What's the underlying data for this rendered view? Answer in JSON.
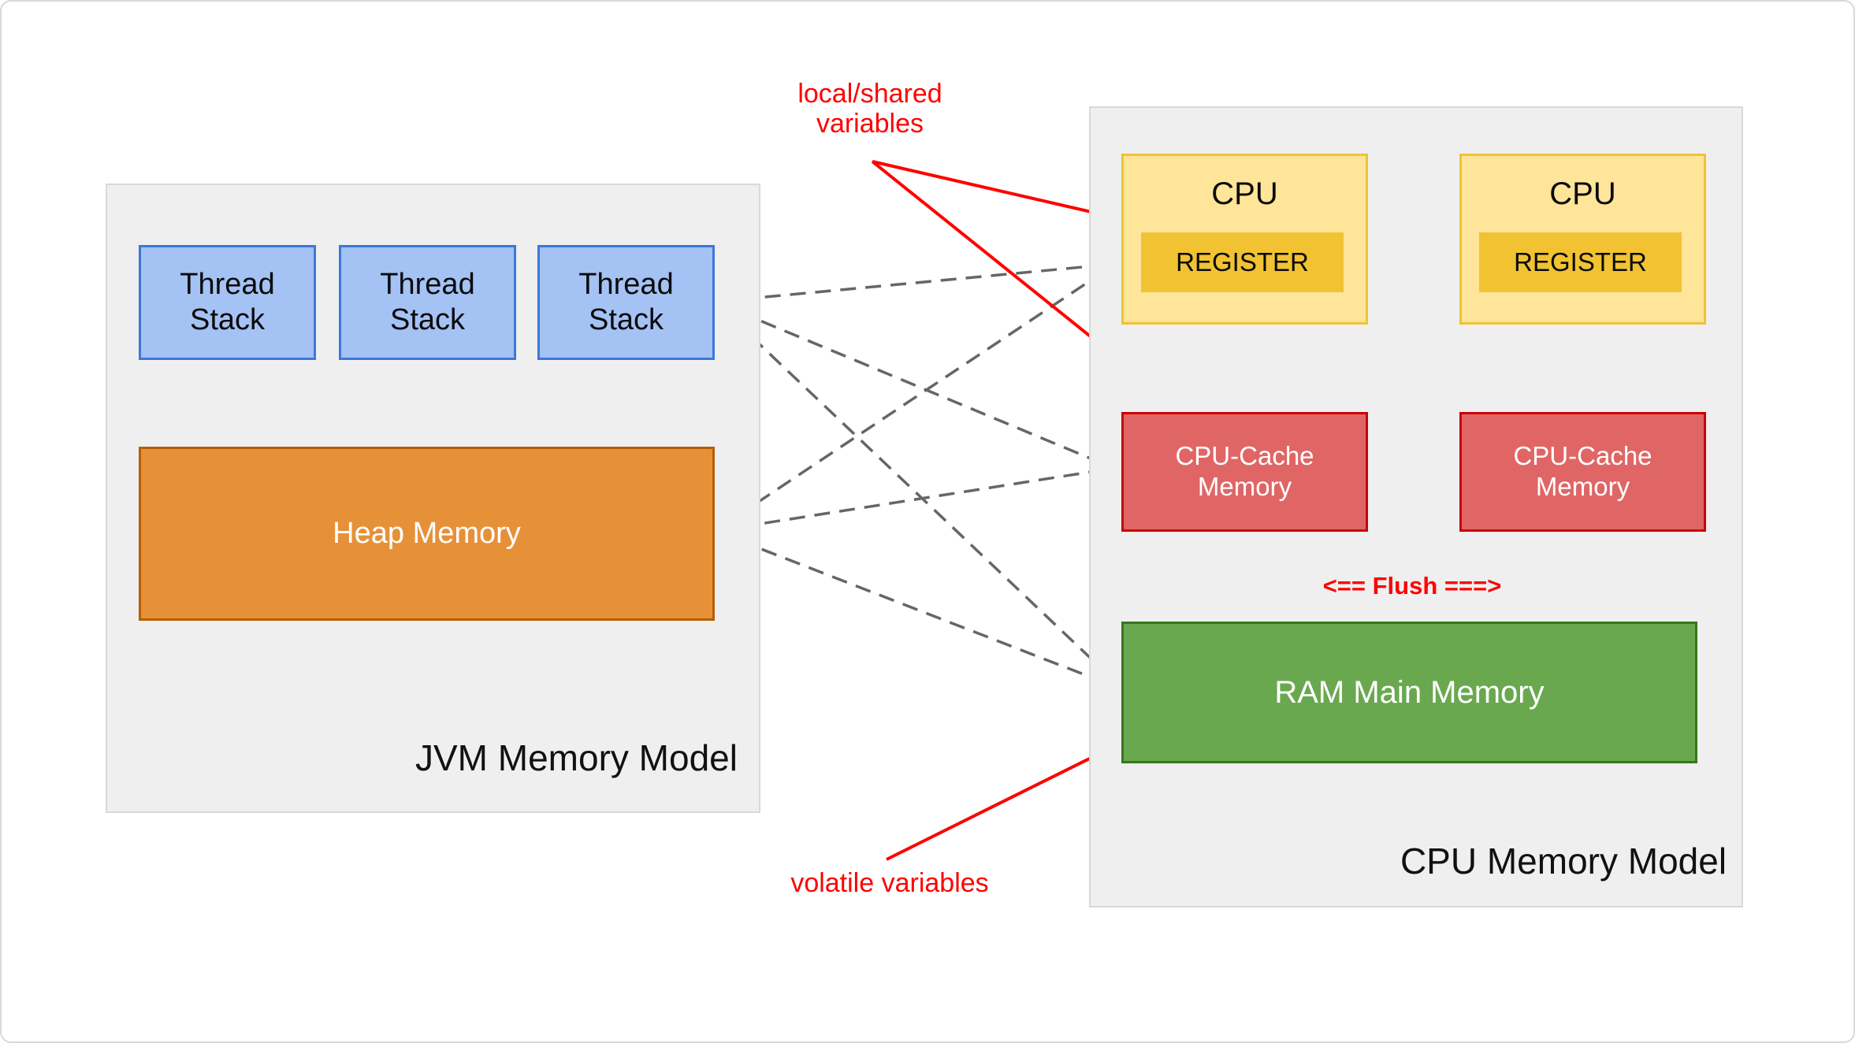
{
  "diagram": {
    "jvm_panel": {
      "title": "JVM Memory Model",
      "thread_stacks": [
        {
          "label": "Thread\nStack"
        },
        {
          "label": "Thread\nStack"
        },
        {
          "label": "Thread\nStack"
        }
      ],
      "heap_label": "Heap Memory"
    },
    "cpu_panel": {
      "title": "CPU Memory Model",
      "cpus": [
        {
          "label": "CPU",
          "register_label": "REGISTER",
          "cache_label": "CPU-Cache\nMemory"
        },
        {
          "label": "CPU",
          "register_label": "REGISTER",
          "cache_label": "CPU-Cache\nMemory"
        }
      ],
      "ram_label": "RAM Main Memory",
      "flush_label": "<== Flush ===>"
    },
    "annotations": {
      "local_shared": "local/shared\nvariables",
      "volatile": "volatile variables"
    },
    "colors": {
      "panel_bg": "#efefef",
      "panel_border": "#d9d9d9",
      "thread_stack_fill": "#a4c2f4",
      "thread_stack_border": "#3c78d8",
      "heap_fill": "#e69138",
      "heap_border": "#b45f06",
      "cpu_fill": "#ffe599",
      "cpu_border": "#f1c232",
      "register_fill": "#f1c232",
      "cache_fill": "#e06666",
      "cache_border": "#cc0000",
      "ram_fill": "#6aa84f",
      "ram_border": "#38761d",
      "arrow_gray": "#666666",
      "annotation_red": "#ff0000"
    }
  }
}
